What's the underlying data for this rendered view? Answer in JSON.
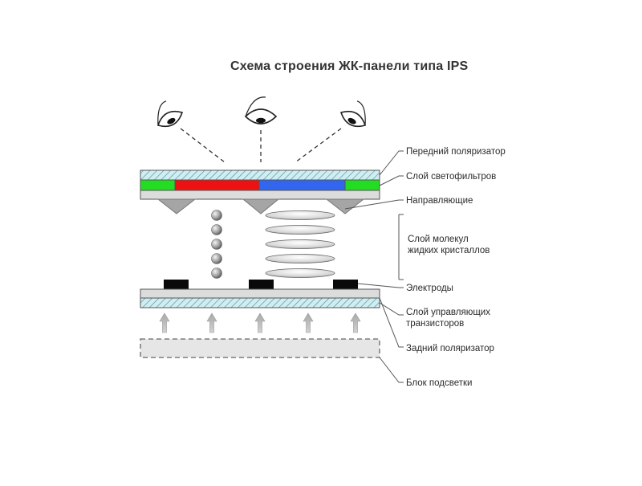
{
  "title": "Схема строения ЖК-панели типа IPS",
  "labels": {
    "front_polarizer": "Передний поляризатор",
    "color_filter_layer": "Слой светофильтров",
    "guides": "Направляющие",
    "lc_molecules_line1": "Слой молекул",
    "lc_molecules_line2": "жидких кристаллов",
    "electrodes": "Электроды",
    "transistor_layer_line1": "Слой управляющих",
    "transistor_layer_line2": "транзисторов",
    "rear_polarizer": "Задний поляризатор",
    "backlight": "Блок подсветки"
  },
  "colors": {
    "filter_green": "#22dd22",
    "filter_red": "#ee1111",
    "filter_blue": "#3366ee",
    "hatch_fill": "#cfeef2",
    "hatch_line": "#5a8a96",
    "glass": "#dcdcdc",
    "electrode": "#0a0a0a",
    "outline": "#555555"
  }
}
